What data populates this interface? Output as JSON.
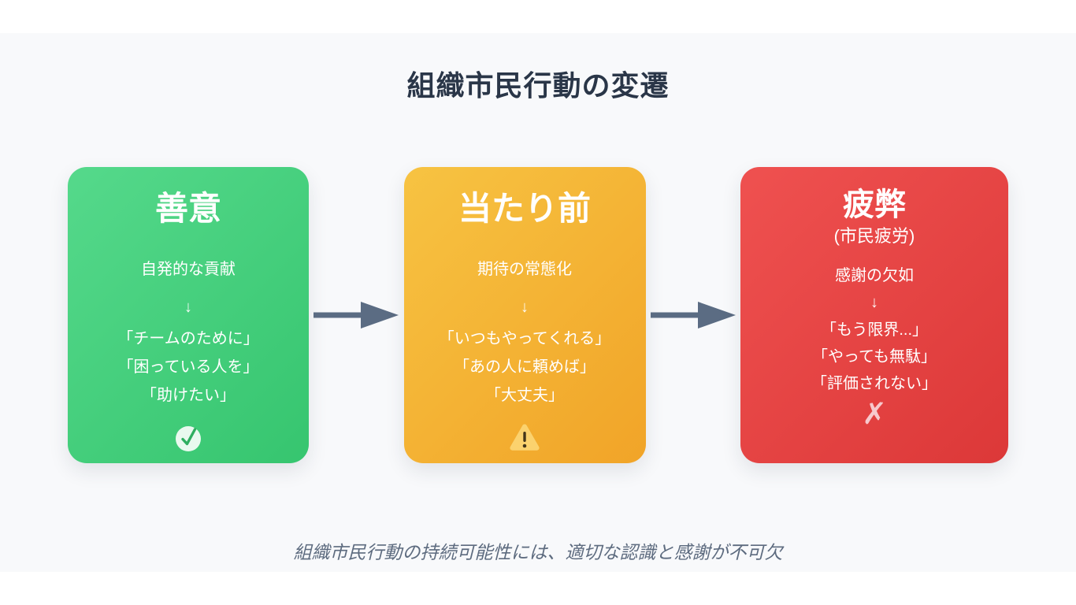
{
  "header": {
    "title": "組織市民行動の変遷"
  },
  "stages": [
    {
      "name": "goodwill",
      "title": "善意",
      "description": "自発的な貢献",
      "flow_arrow": "↓",
      "quotes": [
        "「チームのために」",
        "「困っている人を」",
        "「助けたい」"
      ],
      "icon": "check-circle",
      "gradient_from": "#55d98b",
      "gradient_to": "#36c56f"
    },
    {
      "name": "taken-for-granted",
      "title": "当たり前",
      "description": "期待の常態化",
      "flow_arrow": "↓",
      "quotes": [
        "「いつもやってくれる」",
        "「あの人に頼めば」",
        "「大丈夫」"
      ],
      "icon": "warning-triangle",
      "gradient_from": "#f7c342",
      "gradient_to": "#f1a428"
    },
    {
      "name": "fatigue",
      "title": "疲弊",
      "subtitle": "(市民疲労)",
      "description": "感謝の欠如",
      "flow_arrow": "↓",
      "quotes": [
        "「もう限界...」",
        "「やっても無駄」",
        "「評価されない」"
      ],
      "icon": "cross-mark",
      "icon_glyph": "✗",
      "gradient_from": "#ef5150",
      "gradient_to": "#dc3838"
    }
  ],
  "footer": {
    "caption": "組織市民行動の持続可能性には、適切な認識と感謝が不可欠"
  },
  "colors": {
    "page_background": "#ffffff",
    "panel_background": "#f8f9fb",
    "title_text": "#2a3648",
    "caption_text": "#5d6b7f",
    "connector_arrow": "#5b6c83",
    "check_circle_fill": "#e9f9ef",
    "check_stroke": "#2fae60",
    "warning_triangle_fill": "#fbd26e",
    "warning_mark": "#43351a",
    "cross_mark": "#f7c9cd"
  }
}
